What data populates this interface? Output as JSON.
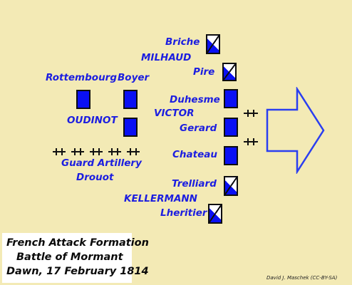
{
  "labels": {
    "briche": "Briche",
    "milhaud": "MILHAUD",
    "pire": "Pire",
    "rottembourg": "Rottembourg",
    "boyer": "Boyer",
    "duhesme": "Duhesme",
    "victor": "VICTOR",
    "gerard": "Gerard",
    "oudinot": "OUDINOT",
    "chateau": "Chateau",
    "guard_artillery": "Guard Artillery",
    "drouot": "Drouot",
    "trelliard": "Trelliard",
    "kellermann": "KELLERMANN",
    "lheritier": "Lheritier"
  },
  "caption": {
    "line1": "French Attack Formation",
    "line2": "Battle of Mormant",
    "line3": "Dawn, 17 February 1814"
  },
  "credit": "David J. Maschek (CC-BY-SA)",
  "colors": {
    "background": "#f3eab5",
    "french_blue": "#0a10f4",
    "label_blue": "#1c1ee0",
    "arrow_blue": "#2a3ef0"
  },
  "icons": {
    "infantry": "filled-blue-square",
    "cavalry": "diagonal-split-square",
    "artillery": "cannon-symbol",
    "advance": "hollow-arrow-right"
  }
}
